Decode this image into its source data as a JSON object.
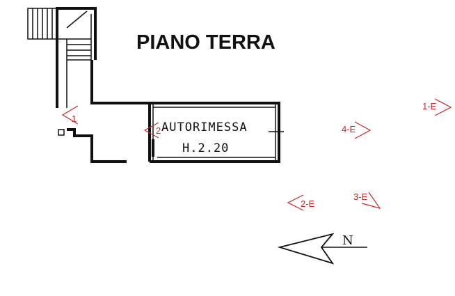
{
  "plan": {
    "title": "PIANO TERRA",
    "room_name": "AUTORIMESSA",
    "room_height": "H.2.20"
  },
  "markers": {
    "m1": "1",
    "m2": "2",
    "e1": "1-E",
    "e2": "2-E",
    "e3": "3-E",
    "e4": "4-E"
  },
  "north": {
    "label": "N"
  },
  "colors": {
    "marker": "#c62828",
    "ink": "#111111"
  }
}
